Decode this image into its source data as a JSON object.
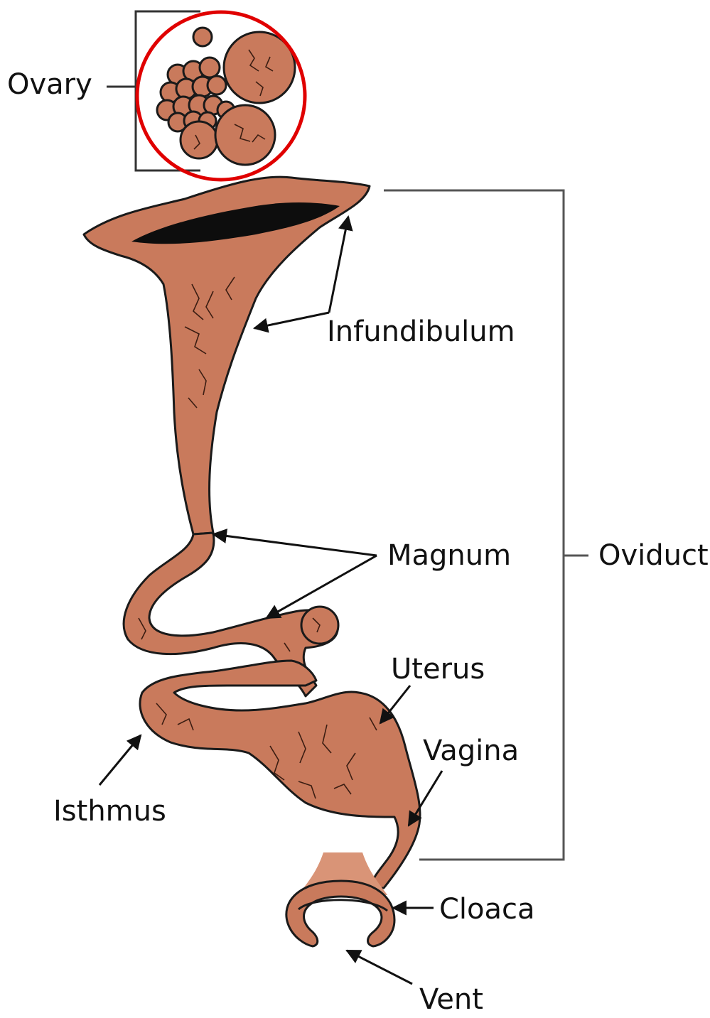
{
  "labels": {
    "ovary": "Ovary",
    "infundibulum": "Infundibulum",
    "magnum": "Magnum",
    "oviduct": "Oviduct",
    "uterus": "Uterus",
    "vagina": "Vagina",
    "isthmus": "Isthmus",
    "cloaca": "Cloaca",
    "vent": "Vent"
  },
  "colors": {
    "tissue": "#c97a5c",
    "highlight_circle": "#e00000",
    "bracket": "#555555"
  }
}
